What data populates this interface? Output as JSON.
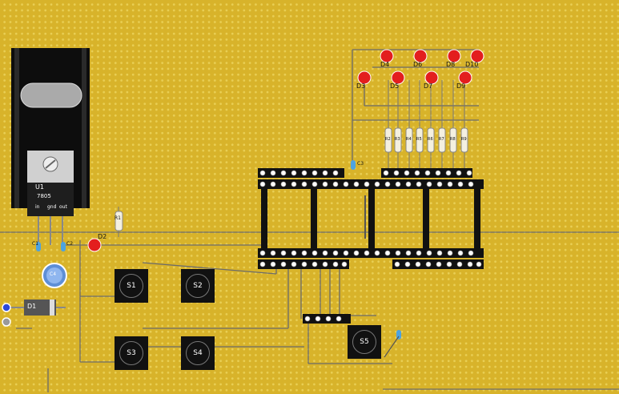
{
  "regulator": {
    "ref": "U1",
    "part": "7805",
    "pins": [
      "in",
      "gnd",
      "out"
    ]
  },
  "diode": {
    "ref": "D1"
  },
  "capacitors": [
    {
      "ref": "C1"
    },
    {
      "ref": "C2"
    },
    {
      "ref": "C3"
    }
  ],
  "electrolytic": {
    "ref": "C4"
  },
  "power_led": {
    "ref": "D2"
  },
  "resistor_main": {
    "ref": "R1"
  },
  "leds_top": [
    {
      "ref": "D4"
    },
    {
      "ref": "D6"
    },
    {
      "ref": "D8"
    },
    {
      "ref": "D10"
    }
  ],
  "leds_bottom": [
    {
      "ref": "D3"
    },
    {
      "ref": "D5"
    },
    {
      "ref": "D7"
    },
    {
      "ref": "D9"
    }
  ],
  "resistor_bank": [
    {
      "ref": "R2"
    },
    {
      "ref": "R3"
    },
    {
      "ref": "R4"
    },
    {
      "ref": "R5"
    },
    {
      "ref": "R6"
    },
    {
      "ref": "R7"
    },
    {
      "ref": "R8"
    },
    {
      "ref": "R9"
    }
  ],
  "switches": [
    {
      "ref": "S1"
    },
    {
      "ref": "S2"
    },
    {
      "ref": "S3"
    },
    {
      "ref": "S4"
    },
    {
      "ref": "S5"
    }
  ],
  "colors": {
    "board": "#d8b32a",
    "hole": "#e9cf55",
    "wire": "#6b6b6b",
    "led": "#e31e1e",
    "body": "#111111"
  }
}
